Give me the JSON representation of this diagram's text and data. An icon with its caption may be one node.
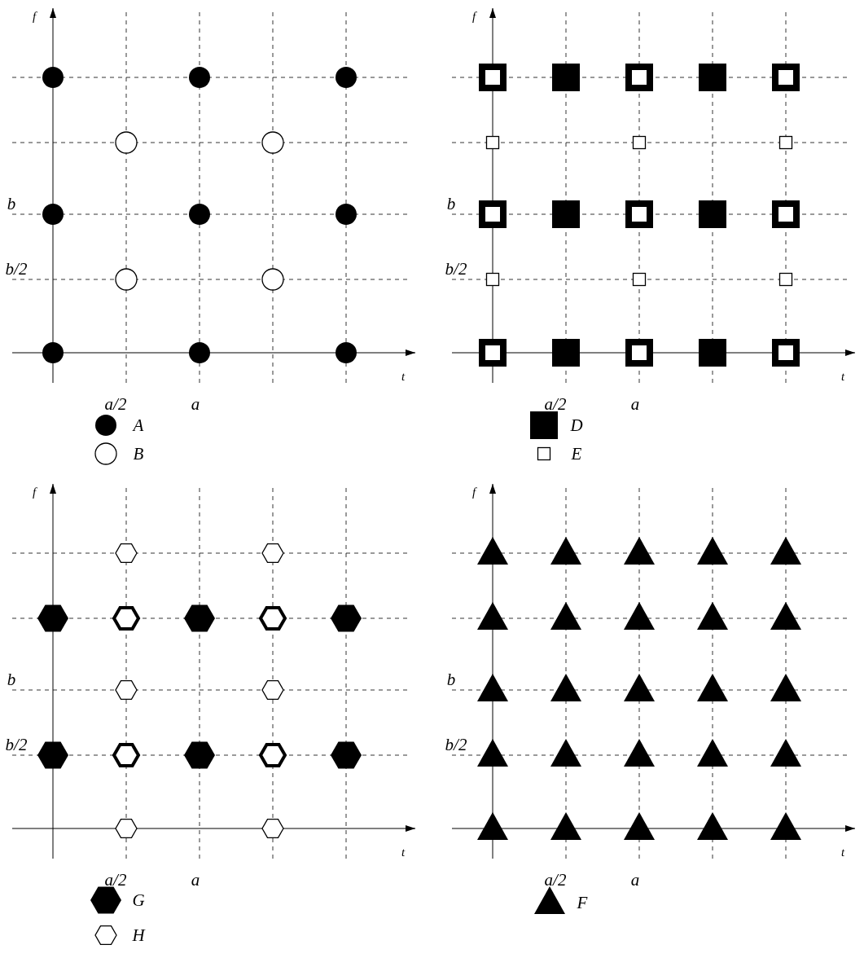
{
  "diagram": {
    "labels": [
      "f",
      "b",
      "b/2",
      "t",
      "a/2",
      "a",
      "f",
      "b",
      "b/2",
      "t",
      "a/2",
      "a",
      "f",
      "b",
      "b/2",
      "t",
      "a/2",
      "a",
      "f",
      "b",
      "b/2",
      "t",
      "a/2",
      "a"
    ],
    "legend": [
      {
        "text": "A"
      },
      {
        "text": "B"
      },
      {
        "text": "D"
      },
      {
        "text": "E"
      },
      {
        "text": "G"
      },
      {
        "text": "H"
      },
      {
        "text": "F"
      }
    ]
  }
}
